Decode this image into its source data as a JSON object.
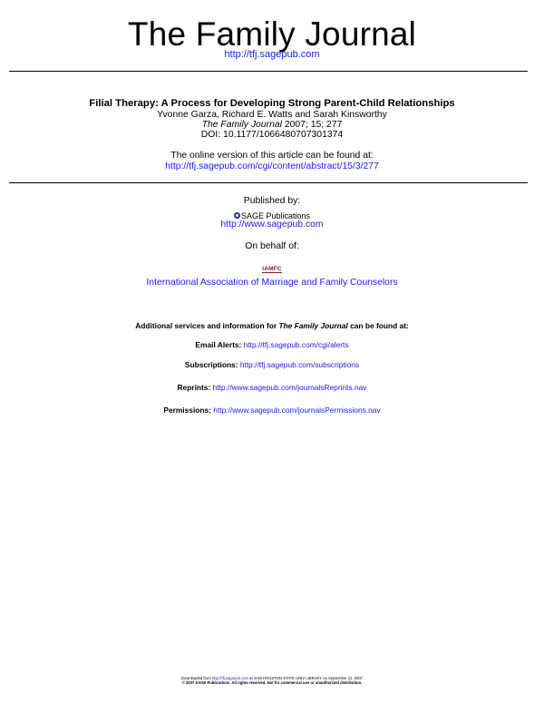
{
  "header": {
    "journal_title": "The Family Journal",
    "journal_url": "http://tfj.sagepub.com"
  },
  "article": {
    "title": "Filial Therapy: A Process for Developing Strong Parent-Child Relationships",
    "authors": "Yvonne Garza, Richard E. Watts and Sarah Kinsworthy",
    "citation_journal": "The Family Journal",
    "citation_rest": " 2007; 15; 277",
    "doi": "DOI: 10.1177/1066480707301374",
    "online_notice": "The online version of this article can be found at:",
    "online_url": "http://tfj.sagepub.com/cgi/content/abstract/15/3/277"
  },
  "publisher": {
    "published_by": "Published by:",
    "logo_text": "SAGE Publications",
    "url": "http://www.sagepub.com",
    "on_behalf_of": "On behalf of:",
    "partner_logo": "IAMFC",
    "partner_name": "International Association of Marriage and Family Counselors"
  },
  "services": {
    "intro_before": "Additional services and information for ",
    "intro_journal": "The Family Journal",
    "intro_after": " can be found at:",
    "items": [
      {
        "label": "Email Alerts:",
        "url": "http://tfj.sagepub.com/cgi/alerts"
      },
      {
        "label": "Subscriptions:",
        "url": "http://tfj.sagepub.com/subscriptions"
      },
      {
        "label": "Reprints:",
        "url": "http://www.sagepub.com/journalsReprints.nav"
      },
      {
        "label": "Permissions:",
        "url": "http://www.sagepub.com/journalsPermissions.nav"
      }
    ]
  },
  "footer": {
    "line1_prefix": "Downloaded from ",
    "line1_url": "http://tfj.sagepub.com",
    "line1_suffix": " at SAM HOUSTON STATE UNIV LIBRARY on September 21, 2007",
    "line2": "© 2007 SAGE Publications. All rights reserved. Not for commercial use or unauthorized distribution."
  }
}
